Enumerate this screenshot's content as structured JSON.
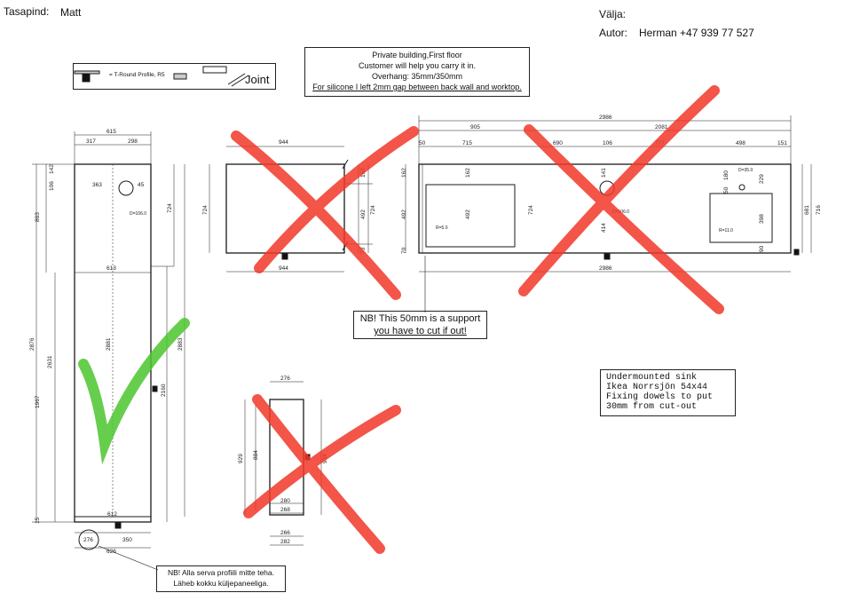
{
  "header": {
    "worktop_label": "Tasapind:",
    "worktop_value": "Matt",
    "valja_label": "Välja:",
    "author_label": "Autor:",
    "author_value": "Herman +47 939 77 527"
  },
  "legend": {
    "profile_text": "= T-Round Profile, R5",
    "joint_text": "Joint"
  },
  "info_note": {
    "line1": "Private building,First floor",
    "line2": "Customer will help you carry it in.",
    "line3": "Overhang: 35mm/350mm",
    "line4": "For silicone I left 2mm gap between back wall and worktop."
  },
  "support_note": {
    "line1": "NB! This 50mm is a support",
    "line2": "you have to cut if out!"
  },
  "sink_note": {
    "line1": "Undermounted sink",
    "line2": "Ikea Norrsjön 54x44",
    "line3": "Fixing dowels to put",
    "line4": "30mm from cut-out"
  },
  "profile_note": {
    "line1": "NB! Alla serva profiili mitte teha.",
    "line2": "Läheb kokku küljepaneeliga."
  },
  "colors": {
    "cross": "#f2382a",
    "check": "#4cc62e",
    "line": "#1a1a1a"
  },
  "piece_a": {
    "dims": [
      "615",
      "317",
      "298",
      "363",
      "45",
      "142",
      "106",
      "863",
      "2876",
      "2631",
      "1967",
      "724",
      "613",
      "2881",
      "2883",
      "2160",
      "15",
      "612",
      "350",
      "276",
      "626"
    ],
    "hole_label": "D=106.0"
  },
  "piece_b": {
    "dims": [
      "944",
      "724",
      "162",
      "492",
      "724",
      "70",
      "944"
    ]
  },
  "piece_c": {
    "dims": [
      "2986",
      "905",
      "2081",
      "50",
      "715",
      "690",
      "106",
      "777",
      "498",
      "151",
      "162",
      "492",
      "70",
      "162",
      "492",
      "724",
      "141",
      "414",
      "180",
      "229",
      "50",
      "398",
      "90",
      "681",
      "716",
      "2986"
    ],
    "hole_label": "D=106.0",
    "small_hole_label": "D=35.0",
    "radius_left": "R=5.0",
    "radius_right": "R=11.0"
  },
  "piece_d": {
    "dims": [
      "276",
      "929",
      "884",
      "934",
      "280",
      "268",
      "266",
      "282"
    ]
  }
}
